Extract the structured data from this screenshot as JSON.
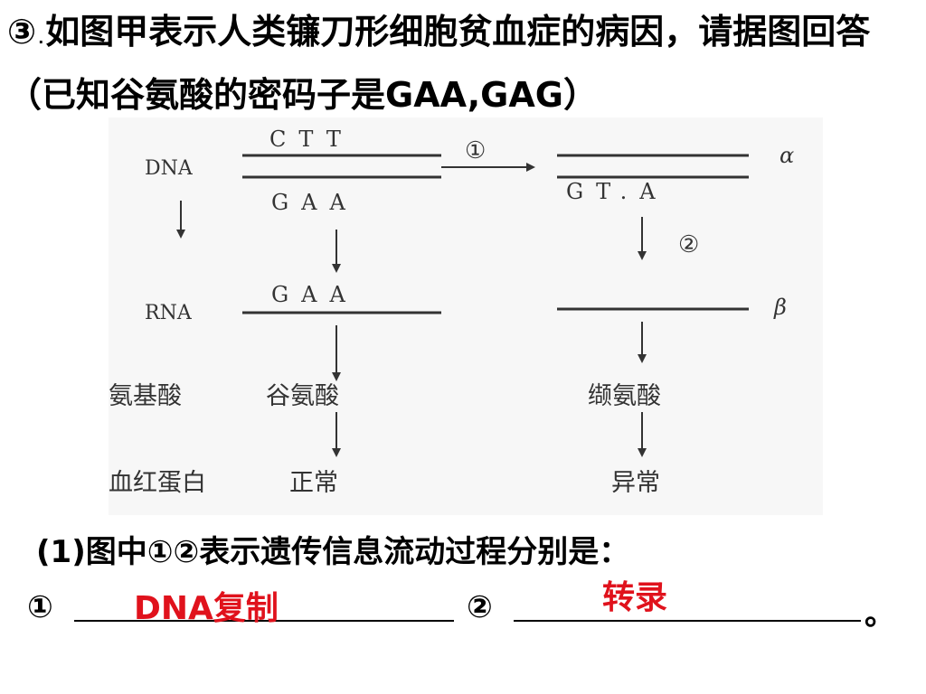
{
  "title": {
    "mark": "③",
    "dot": ".",
    "text": "如图甲表示人类镰刀形细胞贫血症的病因，请据图回答（已知谷氨酸的密码子是GAA,GAG）"
  },
  "diagram": {
    "dna_label": "DNA",
    "rna_label": "RNA",
    "top_strand_left": "CTT",
    "bottom_strand_left": "GAA",
    "rna_seq": "GAA",
    "mutated_bottom": "GT.A",
    "step1_marker": "①",
    "step2_marker": "②",
    "alpha": "α",
    "beta": "β",
    "amino_acid_label": "氨基酸",
    "amino_normal": "谷氨酸",
    "amino_mutant": "缬氨酸",
    "protein_label": "血红蛋白",
    "protein_normal": "正常",
    "protein_mutant": "异常"
  },
  "question": {
    "text": "(1)图中①②表示遗传信息流动过程分别是：",
    "mark1": "①",
    "answer1": "DNA复制",
    "mark2": "②",
    "answer2": "转录",
    "end": "。"
  },
  "colors": {
    "answer": "#e0121c",
    "diagram_ink": "#333333"
  }
}
